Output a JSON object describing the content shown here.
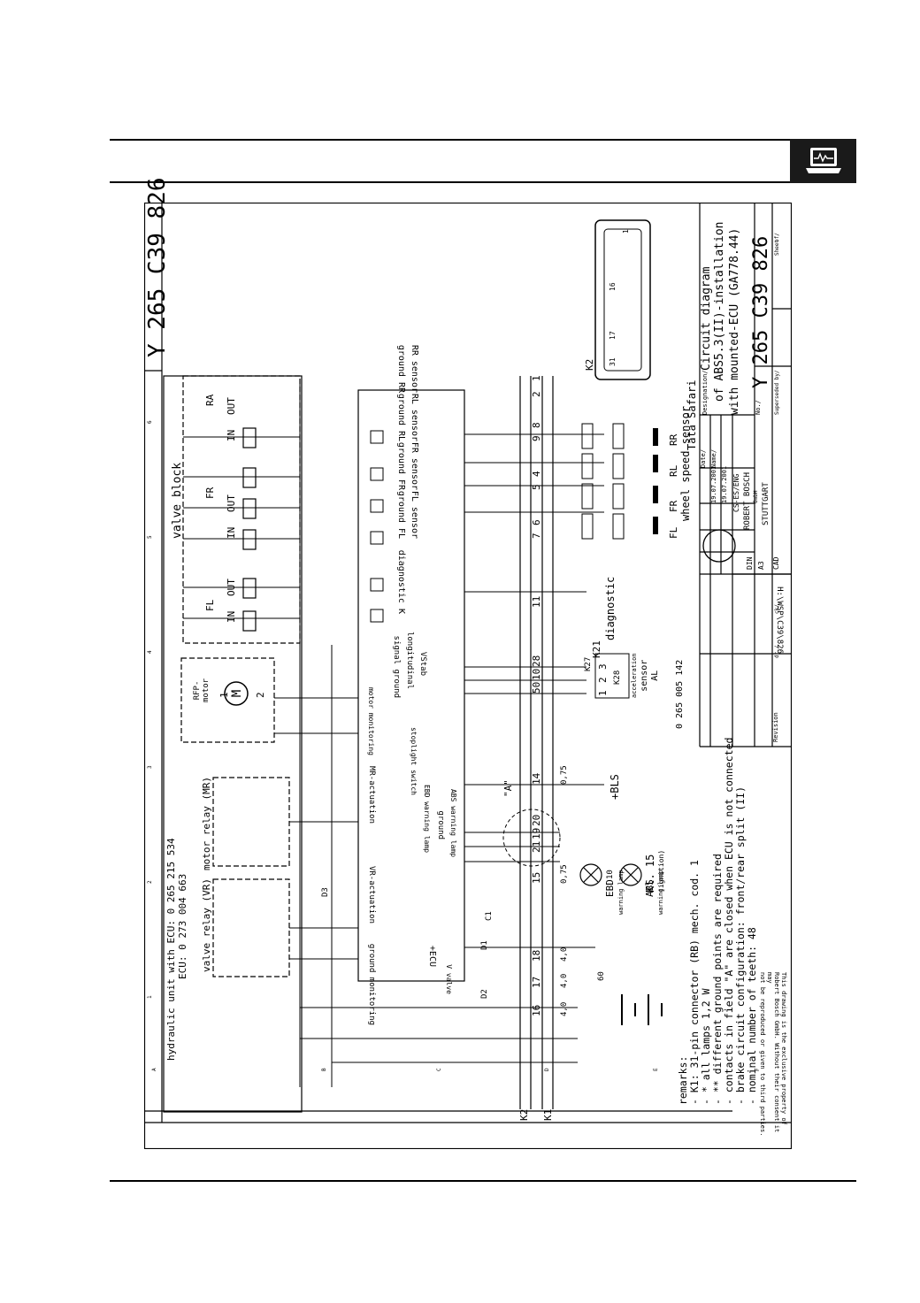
{
  "header": {
    "icon": "laptop-icon"
  },
  "drawing": {
    "number": "Y 265 C39 826",
    "hydraulic_unit": "hydraulic unit with ECU: 0 265 215 534",
    "ecu_number": "ECU: 0 273 004 663",
    "valve_relay": "valve relay (VR)",
    "motor_relay": "motor relay (MR)",
    "valve_block": "valve block",
    "rfp_motor_1": "RFP-",
    "rfp_motor_2": "motor",
    "valve_groups": [
      "FL",
      "FR",
      "RA"
    ],
    "valve_in": "IN",
    "valve_out": "OUT",
    "ecu_left_labels": [
      "ground monitoring",
      "VR-actuation",
      "EBD warning lamp",
      "ground",
      "ABS warning lamp",
      "MR-actuation",
      "stoplight switch",
      "motor monitoring"
    ],
    "ecu_plus": "+ECU",
    "v_valve": "V valve",
    "signal_ground": "signal ground",
    "longitudinal": "longitudinal",
    "vstab": "VStab",
    "diagnostic_k": "diagnostic K",
    "sensor_labels": [
      "FL sensor",
      "ground FL",
      "FR sensor",
      "ground FR",
      "RL sensor",
      "ground RL",
      "RR sensor",
      "ground RR"
    ],
    "pins": [
      "16",
      "17",
      "18",
      "15",
      "21",
      "19",
      "20",
      "14",
      "50",
      "10",
      "28",
      "11",
      "7",
      "6",
      "5",
      "4",
      "9",
      "8",
      "2",
      "1"
    ],
    "connector_k1": "K1",
    "connector_k2": "K2",
    "field_a": "\"A\"",
    "diodes": [
      "D1",
      "D2",
      "D3"
    ],
    "capacitor": "C1",
    "wire_075": "0,75",
    "wire_40": "4,0",
    "fuse_60": "60",
    "fuse_10": "10",
    "relay_pins": [
      "1",
      "2"
    ],
    "bls": "+BLS",
    "kl15": "Kl. 15",
    "ignition": "(ignition)",
    "ebd_lamp": "EBD",
    "abs_lamp": "ABS",
    "warning_lamp": "warning lamp",
    "k21": "K21",
    "diagnostic": "diagnostic",
    "k27": "K27",
    "k28": "K28",
    "accel_1": "acceleration",
    "accel_2": "sensor",
    "accel_3": "AL",
    "accel_pins": [
      "1",
      "2",
      "3"
    ],
    "accel_part": "0 265 005 142",
    "wheels": [
      "FL",
      "FR",
      "RL",
      "RR"
    ],
    "wheel_speed_sensor": "wheel speed sensor",
    "k2_pins": [
      "1",
      "16",
      "17",
      "31"
    ],
    "remarks_title": "remarks:",
    "remarks": [
      "- K1: 31-pin connector (RB) mech. cod. 1",
      "- * all lamps 1,2 W",
      "- ** different ground points are required",
      "- contacts in field \"A\" are closed when ECU is not connected",
      "- brake circuit configuration: front/rear split (II)",
      "- nominal number of teeth: 48"
    ],
    "title_block": {
      "vehicle": "Tata Safari",
      "designation_label": "Designation/",
      "line1": "Circuit diagram",
      "line2": "of ABS5.3(II)-installation",
      "line3": "with mounted-ECU (GA778.44)",
      "number_label": "No./",
      "number": "Y 265 C39 826",
      "date_label": "Date/",
      "name_label": "Name/",
      "dr": "dr./",
      "ck": "ck/",
      "date1": "19.07.2001",
      "date2": "19.07.2001",
      "original": "CS-ES/ENG",
      "company": "ROBERT BOSCH",
      "gmbh": "GmbH",
      "city": "STUTTGART",
      "din": "DIN",
      "a3": "A3",
      "cad": "CAD",
      "path": "H:\\WSP\\C39\\826",
      "revision": "Revision",
      "superseded": "Superseded by/",
      "sheet": "Sheet",
      "sheet_of": "of/"
    },
    "copyright": [
      "This drawing is the exclusive property of",
      "Robert Bosch GmbH. Without their consent it may",
      "not be reproduced or given to third parties."
    ],
    "grid_letters": [
      "A",
      "B",
      "C",
      "D",
      "E",
      "F"
    ],
    "grid_numbers": [
      "1",
      "2",
      "3",
      "4",
      "5",
      "6"
    ]
  }
}
